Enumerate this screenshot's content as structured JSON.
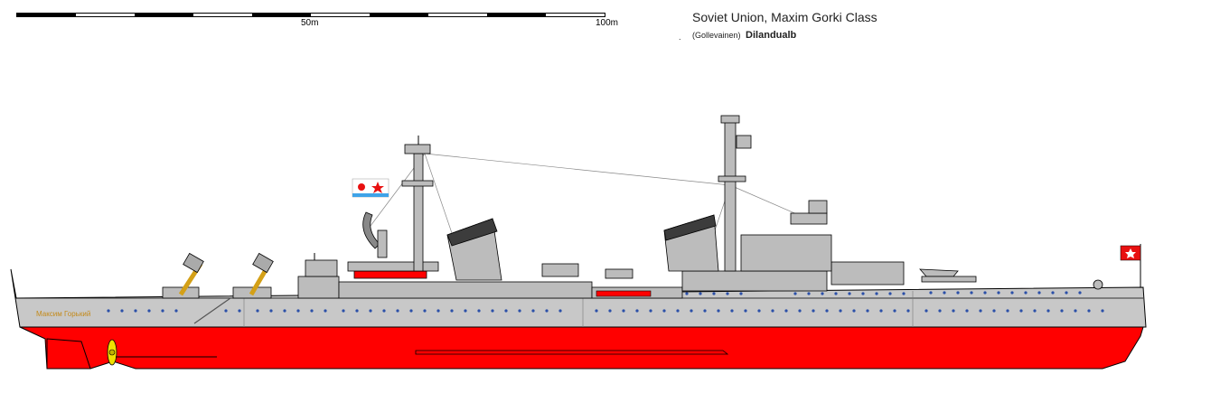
{
  "scale": {
    "labels": [
      "50m",
      "100m"
    ]
  },
  "header": {
    "title": "Soviet Union, Maxim Gorki Class",
    "credit_prefix": "(Gollevainen)",
    "credit_author": "Dilandualb",
    "bullet": "."
  },
  "ship": {
    "hull_name": "Максим Горький",
    "colors": {
      "hull_gray": "#c8c8c8",
      "superstructure_gray": "#bcbcbc",
      "waterline_red": "#ff0000",
      "portholes": "#2a4fa8",
      "flag_red": "#e81010",
      "propeller": "#f0e000"
    }
  }
}
